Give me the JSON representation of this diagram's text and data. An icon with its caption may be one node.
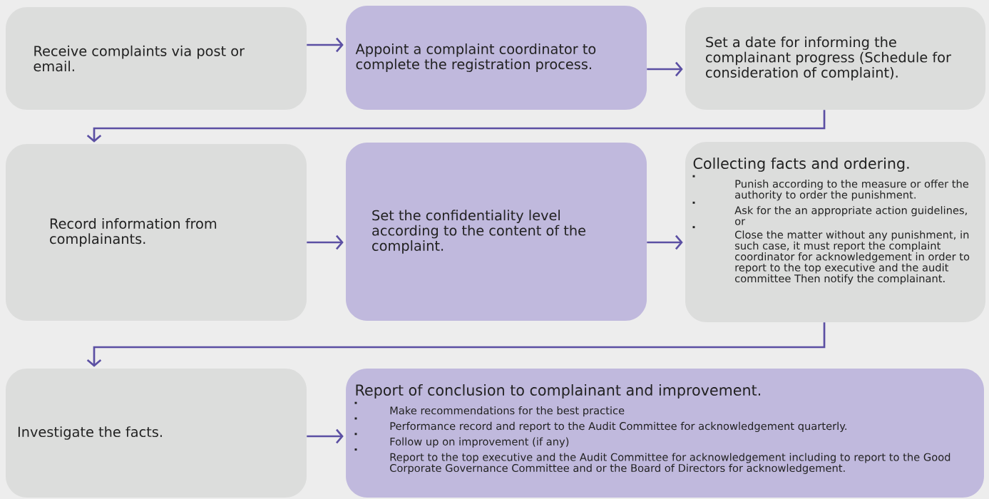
{
  "diagram": {
    "nodes": [
      {
        "text": [
          "Receive complaints via post or email."
        ]
      },
      {
        "text": [
          "Appoint a complaint coordinator to complete the registration process."
        ]
      },
      {
        "text": [
          "Set a date for informing the complainant progress (Schedule for consideration of complaint)."
        ]
      },
      {
        "text": [
          "Record information from complainants."
        ]
      },
      {
        "text": [
          "Set the confidentiality level according to the content of the complaint."
        ]
      },
      {
        "text": [
          "Collecting facts and ordering.",
          "Punish according to the measure or offer the authority to order the punishment.",
          "Ask for the an appropriate action guidelines, or",
          "Close the matter without any punishment, in such case, it must report the complaint coordinator for acknowledgement in order to report to the top executive and the audit committee Then notify the complainant."
        ]
      },
      {
        "text": [
          "Investigate the facts."
        ]
      },
      {
        "text": [
          "Report of conclusion to complainant and improvement.",
          "Make recommendations for the best practice",
          "Performance record and report to the Audit Committee for acknowledgement quarterly.",
          "Follow up on improvement (if any)",
          "Report to the top executive and the Audit Committee for acknowledgement including to report to the Good Corporate Governance Committee and or the Board of Directors for acknowledgement."
        ]
      }
    ],
    "edges": [
      {
        "from": 0,
        "to": 1,
        "arrow": "to"
      },
      {
        "from": 1,
        "to": 2,
        "arrow": "to"
      },
      {
        "from": 2,
        "to": 3,
        "arrow": "to"
      },
      {
        "from": 3,
        "to": 4,
        "arrow": "to"
      },
      {
        "from": 4,
        "to": 5,
        "arrow": "to"
      },
      {
        "from": 5,
        "to": 6,
        "arrow": "to"
      },
      {
        "from": 6,
        "to": 7,
        "arrow": "to"
      }
    ]
  }
}
